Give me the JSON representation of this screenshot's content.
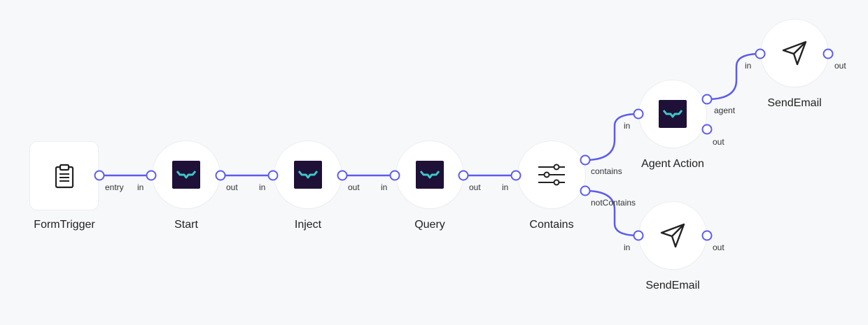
{
  "nodes": {
    "form_trigger": {
      "label": "FormTrigger",
      "icon": "clipboard-icon",
      "ports": {
        "out": "entry"
      }
    },
    "start": {
      "label": "Start",
      "icon": "agent-icon",
      "ports": {
        "in": "in",
        "out": "out"
      }
    },
    "inject": {
      "label": "Inject",
      "icon": "agent-icon",
      "ports": {
        "in": "in",
        "out": "out"
      }
    },
    "query": {
      "label": "Query",
      "icon": "agent-icon",
      "ports": {
        "in": "in",
        "out": "out"
      }
    },
    "contains": {
      "label": "Contains",
      "icon": "sliders-icon",
      "ports": {
        "in": "in",
        "out_true": "contains",
        "out_false": "notContains"
      }
    },
    "agent_action": {
      "label": "Agent Action",
      "icon": "agent-icon",
      "ports": {
        "in": "in",
        "agent": "agent",
        "out": "out"
      }
    },
    "send_email_top": {
      "label": "SendEmail",
      "icon": "paper-plane-icon",
      "ports": {
        "in": "in",
        "out": "out"
      }
    },
    "send_email_bottom": {
      "label": "SendEmail",
      "icon": "paper-plane-icon",
      "ports": {
        "in": "in",
        "out": "out"
      }
    }
  },
  "colors": {
    "edge": "#5b5bf0",
    "canvas": "#f7f8fa",
    "agent_icon_bg": "#1e1036",
    "agent_icon_accent": "#3ec6c9"
  }
}
